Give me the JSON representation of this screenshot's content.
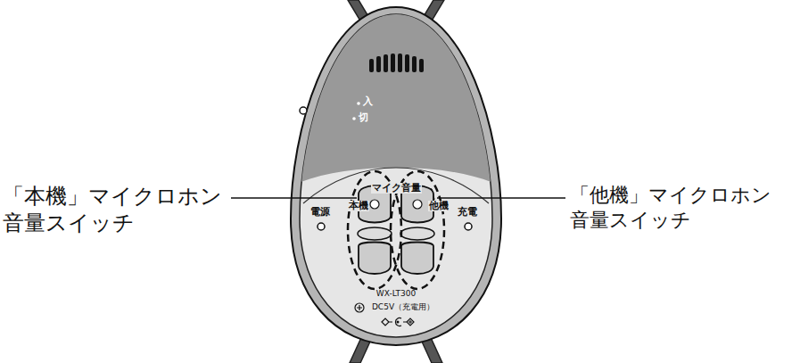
{
  "diagram": {
    "labels": [
      "「本機」マイクロホン 音量スイッチ",
      "「他機」マイクロホン 音量スイッチ",
      "入",
      "切",
      "マイク音量",
      "本機",
      "他機",
      "電源",
      "充電",
      "WX-LT300",
      "DC5V（充電用）"
    ]
  }
}
